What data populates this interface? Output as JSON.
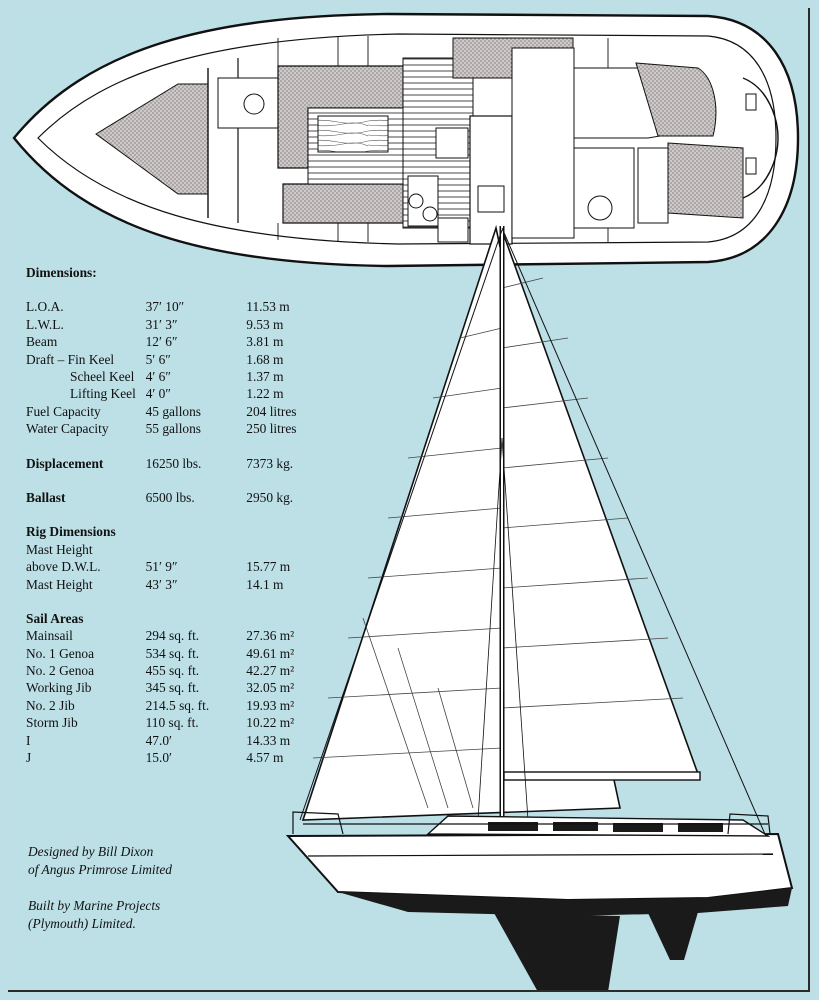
{
  "dimensions": {
    "heading": "Dimensions:",
    "rows": [
      {
        "label": "L.O.A.",
        "imperial": "37′ 10″",
        "metric": "11.53 m"
      },
      {
        "label": "L.W.L.",
        "imperial": "31′ 3″",
        "metric": "9.53 m"
      },
      {
        "label": "Beam",
        "imperial": "12′ 6″",
        "metric": "3.81 m"
      },
      {
        "label": "Draft – Fin Keel",
        "imperial": "5′ 6″",
        "metric": "1.68 m"
      },
      {
        "label": "Scheel Keel",
        "imperial": "4′ 6″",
        "metric": "1.37 m"
      },
      {
        "label": "Lifting Keel",
        "imperial": "4′ 0″",
        "metric": "1.22 m"
      },
      {
        "label": "Fuel Capacity",
        "imperial": "45 gallons",
        "metric": "204 litres"
      },
      {
        "label": "Water Capacity",
        "imperial": "55 gallons",
        "metric": "250 litres"
      }
    ]
  },
  "displacement": {
    "label": "Displacement",
    "imperial": "16250 lbs.",
    "metric": "7373 kg."
  },
  "ballast": {
    "label": "Ballast",
    "imperial": "6500 lbs.",
    "metric": "2950 kg."
  },
  "rig": {
    "heading": "Rig Dimensions",
    "line1": "Mast Height",
    "rows": [
      {
        "label": "above D.W.L.",
        "imperial": "51′ 9″",
        "metric": "15.77 m"
      },
      {
        "label": "Mast Height",
        "imperial": "43′ 3″",
        "metric": "14.1 m"
      }
    ]
  },
  "sails": {
    "heading": "Sail Areas",
    "rows": [
      {
        "label": "Mainsail",
        "imperial": "294 sq. ft.",
        "metric": "27.36 m²"
      },
      {
        "label": "No. 1 Genoa",
        "imperial": "534 sq. ft.",
        "metric": "49.61 m²"
      },
      {
        "label": "No. 2 Genoa",
        "imperial": "455 sq. ft.",
        "metric": "42.27 m²"
      },
      {
        "label": "Working Jib",
        "imperial": "345 sq. ft.",
        "metric": "32.05 m²"
      },
      {
        "label": "No. 2 Jib",
        "imperial": "214.5 sq. ft.",
        "metric": "19.93 m²"
      },
      {
        "label": "Storm Jib",
        "imperial": "110 sq. ft.",
        "metric": "10.22 m²"
      },
      {
        "label": "I",
        "imperial": "47.0′",
        "metric": "14.33 m"
      },
      {
        "label": "J",
        "imperial": "15.0′",
        "metric": "4.57 m"
      }
    ]
  },
  "credits": {
    "designer_line1": "Designed by Bill Dixon",
    "designer_line2": "of Angus Primrose Limited",
    "builder_line1": "Built by Marine Projects",
    "builder_line2": "(Plymouth) Limited."
  },
  "colors": {
    "background": "#bde0e7",
    "hull_fill": "#ffffff",
    "keel": "#1a1a1a",
    "shading": "#b9b3b3"
  }
}
